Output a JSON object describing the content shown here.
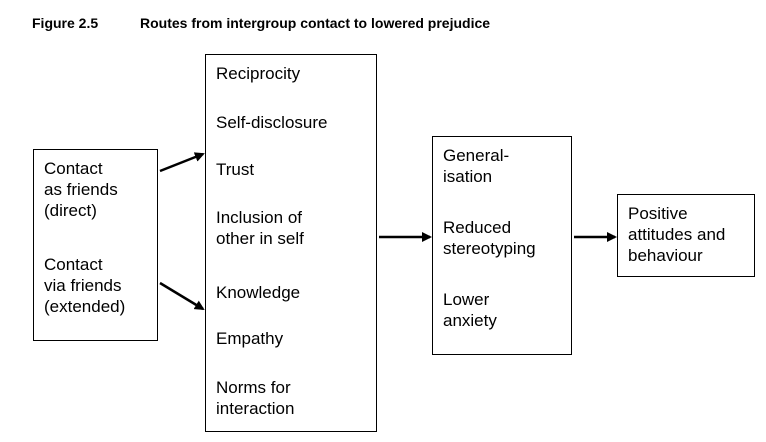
{
  "figure": {
    "label": "Figure 2.5",
    "title": "Routes from intergroup contact to lowered prejudice"
  },
  "boxes": {
    "contact": {
      "items": [
        "Contact\nas friends\n(direct)",
        "Contact\nvia friends\n(extended)"
      ]
    },
    "mediators": {
      "items": [
        "Reciprocity",
        "Self-disclosure",
        "Trust",
        "Inclusion of\nother in self",
        "Knowledge",
        "Empathy",
        "Norms for\ninteraction"
      ]
    },
    "outcomes": {
      "items": [
        "General-\nisation",
        "Reduced\nstereotyping",
        "Lower\nanxiety"
      ]
    },
    "result": {
      "items": [
        "Positive\nattitudes and\nbehaviour"
      ]
    }
  }
}
